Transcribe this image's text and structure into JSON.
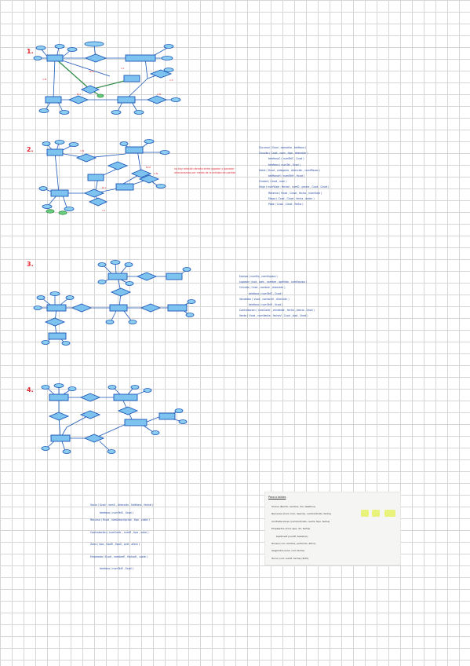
{
  "sections": [
    {
      "number": "1."
    },
    {
      "number": "2."
    },
    {
      "number": "3."
    },
    {
      "number": "4."
    }
  ],
  "diagram1": {
    "cards": [
      "1:N",
      "N:M",
      "1:1",
      "N:1",
      "1:N",
      "1:1"
    ]
  },
  "diagram2": {
    "cards": [
      "1:N",
      "N:M",
      "1:N",
      "N:1",
      "1:1"
    ],
    "note_lines": [
      "no hay relación directa entre jugador y ganador",
      "relacionamos por medio de la entidad de partida"
    ]
  },
  "schema2": {
    "lines": [
      {
        "text": "Sucursal ( Scod , domicilio , teléfono )",
        "indent": false
      },
      {
        "text": "Circuito ( Ccod , nom , tipo , dirección )",
        "indent": false
      },
      {
        "text": "telefonoC ( numTelC , Ccod )",
        "indent": true
      },
      {
        "text": "telefono ( numTel , Scod )",
        "indent": true
      },
      {
        "text": "Hotel ( Hcod , categoría , dirección , numPlazas )",
        "indent": false
      },
      {
        "text": "teléfonoH ( numTelH , Hcod )",
        "indent": true
      },
      {
        "text": "Ciudad ( Cicod , nom )",
        "indent": false
      },
      {
        "text": "Viaje ( numViaje , fechaI , numD , precio , Ccod , Cicod )",
        "indent": false
      },
      {
        "text": "Reserva ( Hcod , Cicod , fecha , numViaje )",
        "indent": true
      },
      {
        "text": "Etapa ( Ccod , Cicod , fecha , orden )",
        "indent": true
      },
      {
        "text": "Pasa ( Ccod , Cicod , fecha )",
        "indent": true
      }
    ]
  },
  "schema3": {
    "lines": [
      {
        "text": "Equipo ( numEq , nomEquipo )",
        "indent": false
      },
      {
        "text": "Jugador ( Jcod , país , nombre , apellido , numEquipo )",
        "indent": false
      },
      {
        "text": "Circuito ( Ccod , nombre , dirección )",
        "indent": false
      },
      {
        "text": "telefono ( numTelC , Ccod )",
        "indent": true
      },
      {
        "text": "Vendedor ( Vcod , nombreV , dirección )",
        "indent": false
      },
      {
        "text": "telefono ( numTelV , Vcod )",
        "indent": true
      },
      {
        "text": "Contratacion ( numContr , vendedor , fecha , precio , Vcod )",
        "indent": false
      },
      {
        "text": "Venta ( Vcod , numVenta , fechaV , Ccod , Jcod , Vcod )",
        "indent": false
      }
    ]
  },
  "schema4": {
    "lines": [
      {
        "text": "Socio ( Scod , nomS , dirección , teléfono , fechaI )",
        "indent": false
      },
      {
        "text": "telefono ( numTelS , Scod )",
        "indent": true
      },
      {
        "text": "Recurso ( Rcod , nomDescripción , tipo , coste )",
        "indent": false
      },
      {
        "text": "Contratación ( numContr , numR , tipo , valor )",
        "indent": false
      },
      {
        "text": "Zona ( tipo , tipoR , tipoS , prof , aforo )",
        "indent": false
      },
      {
        "text": "Empleado ( Ecod , nombreE , fechaAl , coste )",
        "indent": false
      },
      {
        "text": "telefono ( numTelE , Ecod )",
        "indent": true
      }
    ]
  },
  "pasted": {
    "title": "Paso a tablas",
    "lines": [
      "Socios (NumS, nombre, dni, telefono)",
      "Recursos (Cod, nom, descrip, numContrato, fecha)",
      "Contrataciones (numContrato, numS, tipo, fecha)",
      "Empleados (Cod, ape, dir, fecha)",
      "telefonoE (numE, telefono)",
      "Zonas (cod, nombre, profundo, aforo)",
      "Asignados (Cod, cod, fecha)",
      "Turno (cod, numE, fecha) (N:M)"
    ]
  }
}
